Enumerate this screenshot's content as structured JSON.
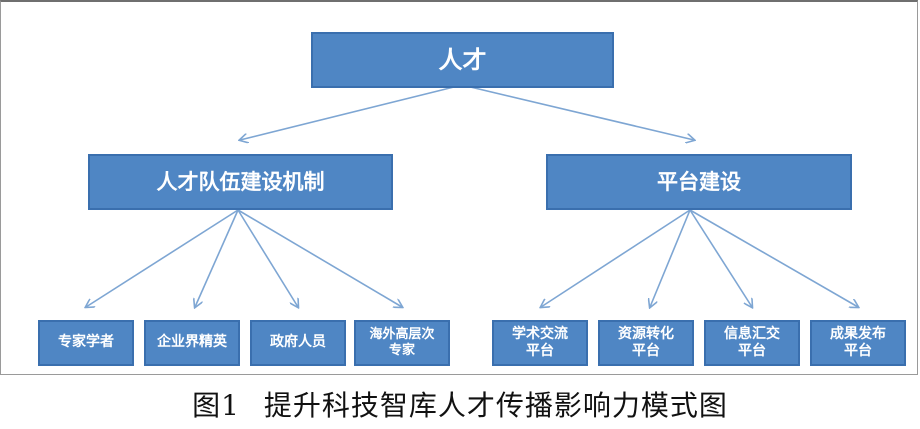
{
  "diagram": {
    "root": {
      "label": "人才"
    },
    "branches": [
      {
        "label": "人才队伍建设机制",
        "children": [
          "专家学者",
          "企业界精英",
          "政府人员",
          "海外高层次\n专家"
        ]
      },
      {
        "label": "平台建设",
        "children": [
          "学术交流\n平台",
          "资源转化\n平台",
          "信息汇交\n平台",
          "成果发布\n平台"
        ]
      }
    ],
    "colors": {
      "box_fill": "#4f86c4",
      "box_border": "#3a6fae",
      "connector": "#7ea6d3"
    }
  },
  "caption": {
    "number": "图1",
    "text": "提升科技智库人才传播影响力模式图"
  }
}
